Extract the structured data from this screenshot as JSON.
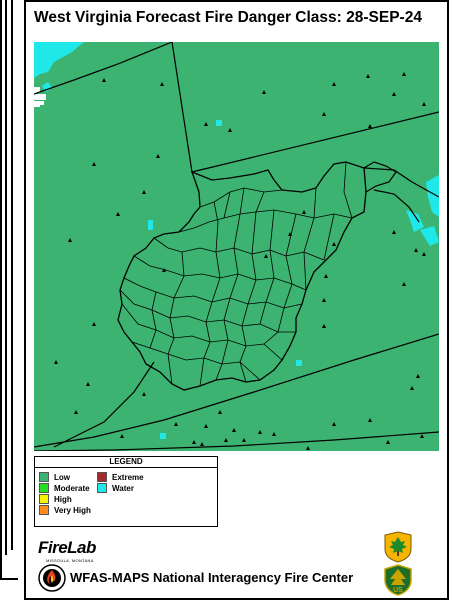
{
  "title": "West Virginia Forecast Fire Danger Class: 28-SEP-24",
  "legend": {
    "title": "LEGEND",
    "items": [
      {
        "label": "Low",
        "color": "#3cb371"
      },
      {
        "label": "Extreme",
        "color": "#a52a2a"
      },
      {
        "label": "Moderate",
        "color": "#22dd22"
      },
      {
        "label": "Water",
        "color": "#20e8e8"
      },
      {
        "label": "High",
        "color": "#f4f400"
      },
      {
        "label": "Very High",
        "color": "#ff8c1a"
      }
    ]
  },
  "branding": {
    "firelab": "FireLab",
    "firelab_sub": "MISSOULA, MONTANA",
    "footer": "WFAS-MAPS  National Interagency Fire Center"
  },
  "map": {
    "background_class": "Low",
    "water_color": "#20e8e8",
    "land_color": "#3cb371"
  }
}
